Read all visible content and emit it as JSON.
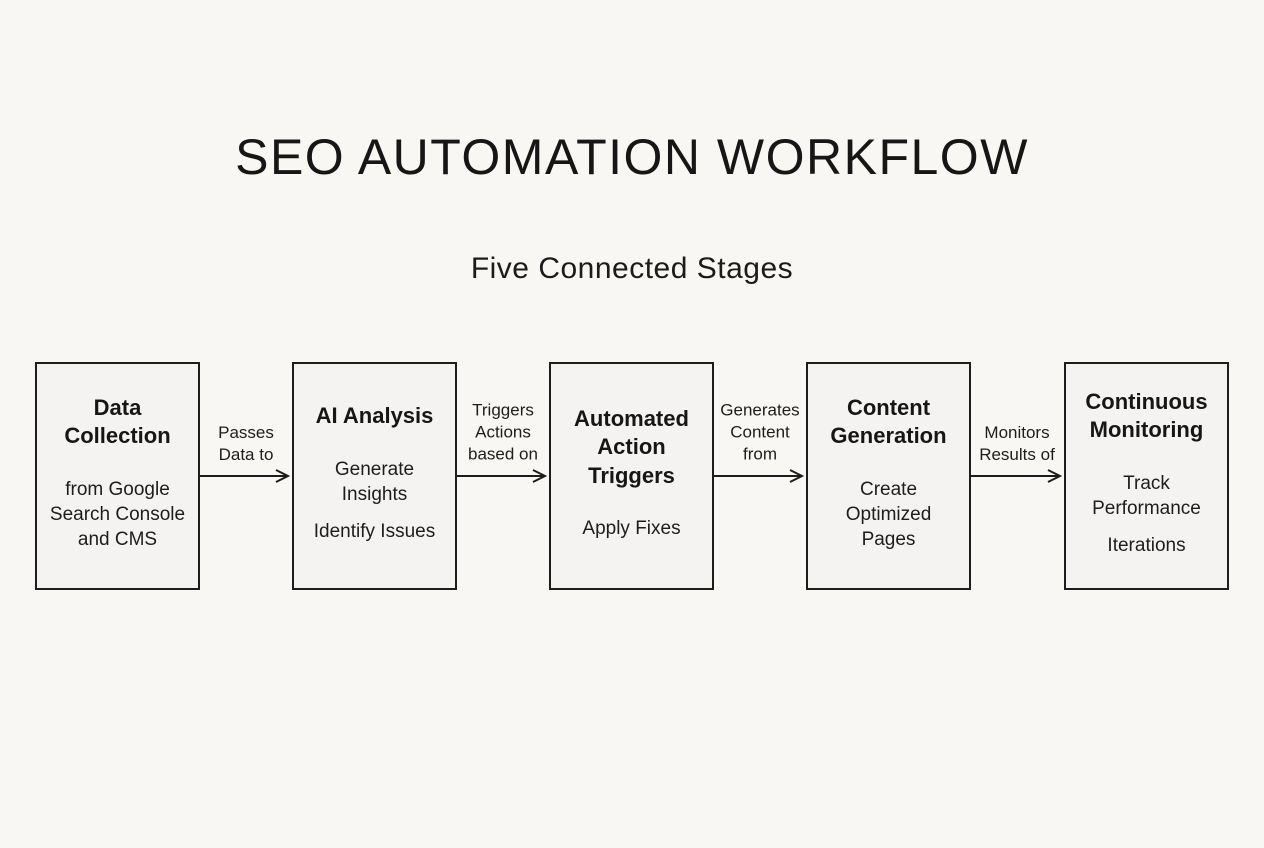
{
  "page": {
    "title": "SEO AUTOMATION WORKFLOW",
    "subtitle": "Five Connected Stages"
  },
  "stages": [
    {
      "title": "Data Collection",
      "detail1": "from Google Search Console and CMS"
    },
    {
      "title": "AI Analysis",
      "detail1": "Generate Insights",
      "detail2": "Identify Issues"
    },
    {
      "title": "Automated Action Triggers",
      "detail1": "Apply Fixes"
    },
    {
      "title": "Content Generation",
      "detail1": "Create Optimized Pages"
    },
    {
      "title": "Continuous Monitoring",
      "detail1": "Track Performance",
      "detail2": "Iterations"
    }
  ],
  "connectors": [
    {
      "label": "Passes Data to"
    },
    {
      "label": "Triggers Actions based on"
    },
    {
      "label": "Generates Content from"
    },
    {
      "label": "Monitors Results of"
    }
  ],
  "colors": {
    "background": "#f8f7f4",
    "box_fill": "#f4f3f1",
    "stroke": "#1d1d1d",
    "text": "#1b1b1b"
  }
}
